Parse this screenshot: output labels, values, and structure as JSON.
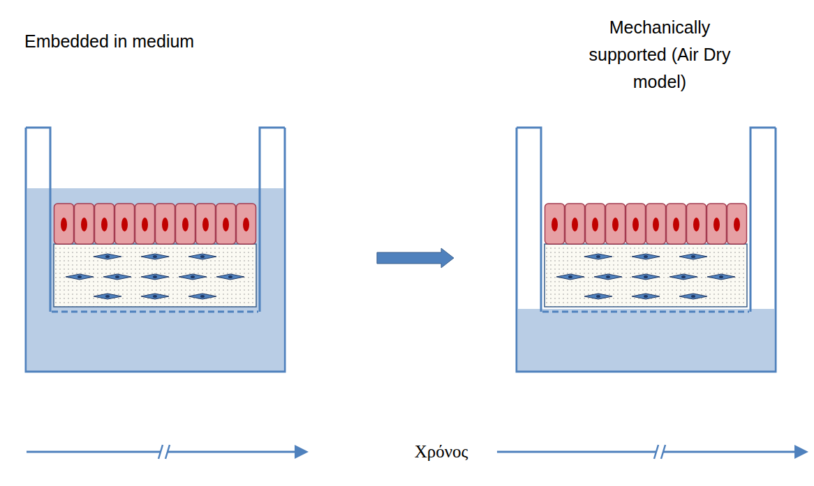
{
  "diagram": {
    "nodes": [
      {
        "text": [
          "Embedded in medium"
        ]
      },
      {
        "text": [
          "Mechanically supported (Air Dry model)"
        ]
      }
    ],
    "edges": [
      {
        "from": 0,
        "to": 1,
        "arrow": "to"
      }
    ],
    "labels": [
      "Χρόνος"
    ]
  }
}
